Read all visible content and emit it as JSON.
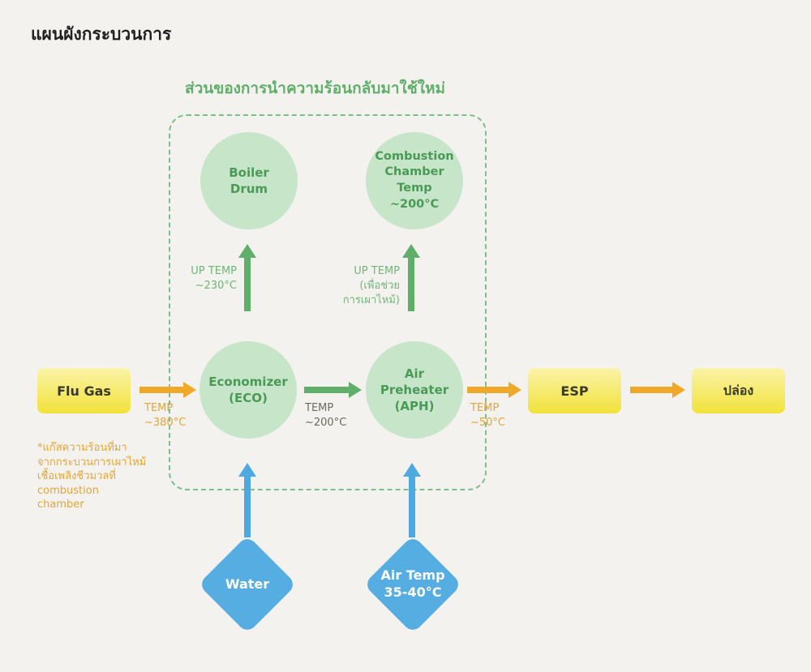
{
  "title": "แผนผังกระบวนการ",
  "heat_recovery_label": "ส่วนของการนำความร้อนกลับมาใช้ใหม่",
  "nodes": {
    "boiler_drum": "Boiler\nDrum",
    "combustion_chamber": "Combustion\nChamber\nTemp\n~200°C",
    "economizer": "Economizer\n(ECO)",
    "air_preheater": "Air\nPreheater\n(APH)",
    "flu_gas": "Flu Gas",
    "esp": "ESP",
    "stack": "ปล่อง",
    "water": "Water",
    "air_temp": "Air Temp\n35-40°C"
  },
  "labels": {
    "eco_up": "UP TEMP\n~230°C",
    "aph_up": "UP TEMP\n(เพื่อช่วย\nการเผาไหม้)",
    "temp_in": "TEMP\n~380°C",
    "temp_mid": "TEMP\n~200°C",
    "temp_out": "TEMP\n~50°C",
    "footnote": "*แก๊สความร้อนที่มา\n  จากกระบวนการเผาไหม้\n  เชื้อเพลิงชีวมวลที่\n  combustion\n  chamber"
  },
  "colors": {
    "green_arrow": "#5fae6a",
    "orange_arrow": "#f0a828",
    "blue_arrow": "#4ea9e0"
  }
}
